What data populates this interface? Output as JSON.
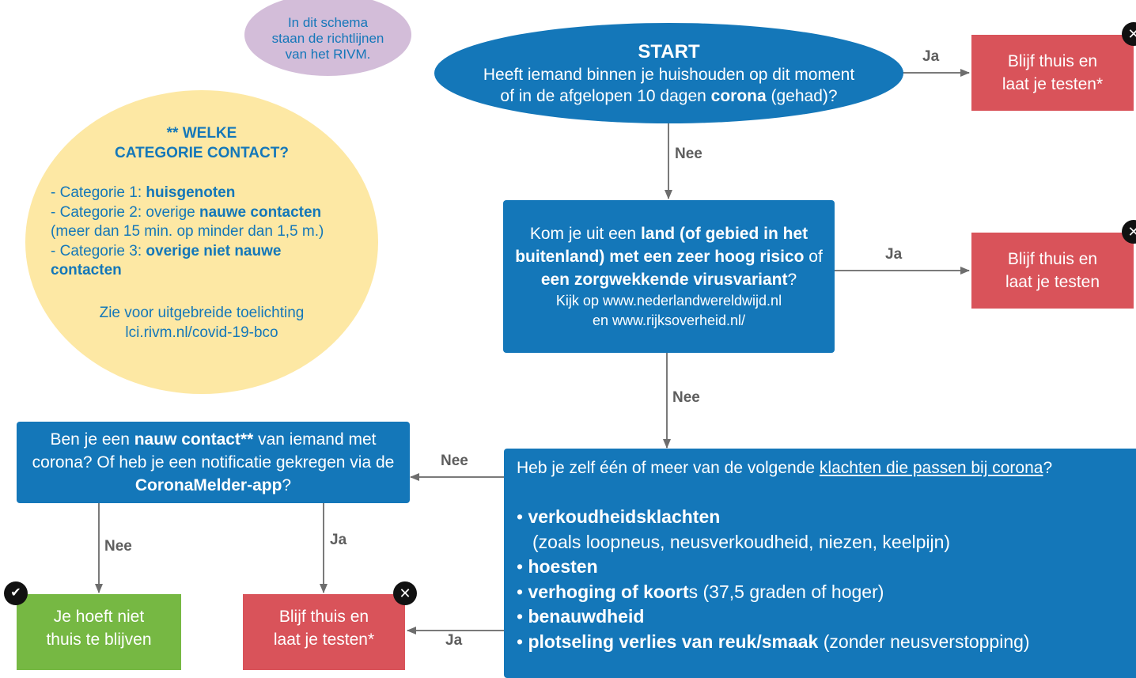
{
  "note": {
    "line1": "In dit schema",
    "line2": "staan de richtlijnen",
    "line3": "van het RIVM."
  },
  "categories": {
    "title1": "** WELKE",
    "title2": "CATEGORIE CONTACT?",
    "c1_pre": "- Categorie 1: ",
    "c1_bold": "huisgenoten",
    "c2_pre": "- Categorie 2: overige ",
    "c2_bold": "nauwe contacten",
    "c2_sub": "(meer dan 15 min. op minder dan 1,5 m.)",
    "c3_pre": "- Categorie 3: ",
    "c3_bold": "overige niet nauwe",
    "c3_bold2": "contacten",
    "more1": "Zie voor uitgebreide toelichting",
    "more2": "lci.rivm.nl/covid-19-bco"
  },
  "start": {
    "title": "START",
    "line1": "Heeft iemand binnen je huishouden op dit moment",
    "line2_pre": "of in de afgelopen 10 dagen ",
    "line2_bold": "corona",
    "line2_post": " (gehad)?"
  },
  "travel": {
    "pre": "Kom je uit een ",
    "bold1": "land (of gebied in het buitenland) met een zeer hoog risico",
    "mid": " of ",
    "bold2": "een zorgwekkende virusvariant",
    "post": "?",
    "link1": "Kijk op www.nederlandwereldwijd.nl",
    "link2": "en www.rijksoverheid.nl/"
  },
  "symptoms": {
    "q_pre": "Heb je zelf één of meer van de volgende ",
    "q_link": "klachten die passen bij corona",
    "q_post": "?",
    "items": [
      {
        "bullet": "• ",
        "bold": "verkoudheidsklachten",
        "rest": ""
      },
      {
        "bullet": "  ",
        "bold": "",
        "rest": "(zoals loopneus, neusverkoudheid, niezen, keelpijn)"
      },
      {
        "bullet": "• ",
        "bold": "hoesten",
        "rest": ""
      },
      {
        "bullet": "• ",
        "bold": "verhoging of koort",
        "rest": "s (37,5 graden of hoger)"
      },
      {
        "bullet": "• ",
        "bold": "benauwdheid",
        "rest": ""
      },
      {
        "bullet": "• ",
        "bold": "plotseling verlies van reuk/smaak",
        "rest": " (zonder neusverstopping)"
      }
    ]
  },
  "contact": {
    "pre": "Ben je een ",
    "bold1": "nauw contact**",
    "mid": " van iemand met corona? Of heb je een notificatie gekregen via de ",
    "bold2": "CoronaMelder-app",
    "post": "?"
  },
  "outcomes": {
    "stay_test_star_1": "Blijf thuis en",
    "stay_test_star_2": "laat je testen*",
    "stay_test_1": "Blijf thuis en",
    "stay_test_2": "laat je testen",
    "no_stay_1": "Je hoeft niet",
    "no_stay_2": "thuis te blijven"
  },
  "labels": {
    "yes": "Ja",
    "no": "Nee"
  },
  "badges": {
    "cross": "✕",
    "check": "✔"
  },
  "colors": {
    "blue": "#1477b9",
    "red": "#d9535a",
    "green": "#76b843",
    "yellow": "#fde8a4",
    "purple": "#d3bdd9"
  }
}
